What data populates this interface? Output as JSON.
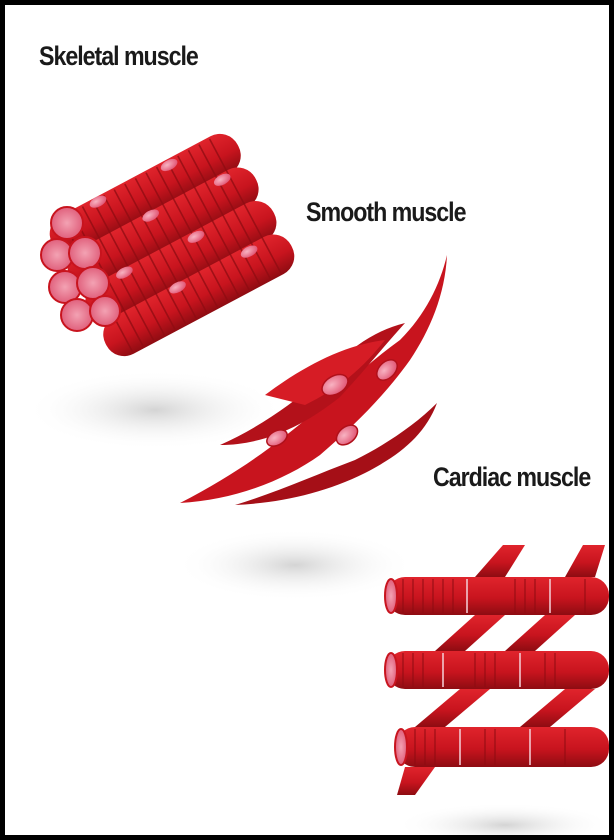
{
  "labels": {
    "skeletal": "Skeletal muscle",
    "smooth": "Smooth muscle",
    "cardiac": "Cardiac muscle"
  },
  "colors": {
    "muscle_red": "#c8141e",
    "muscle_dark": "#8e0c12",
    "nucleus_pink": "#f07a90",
    "frame": "#000000"
  }
}
